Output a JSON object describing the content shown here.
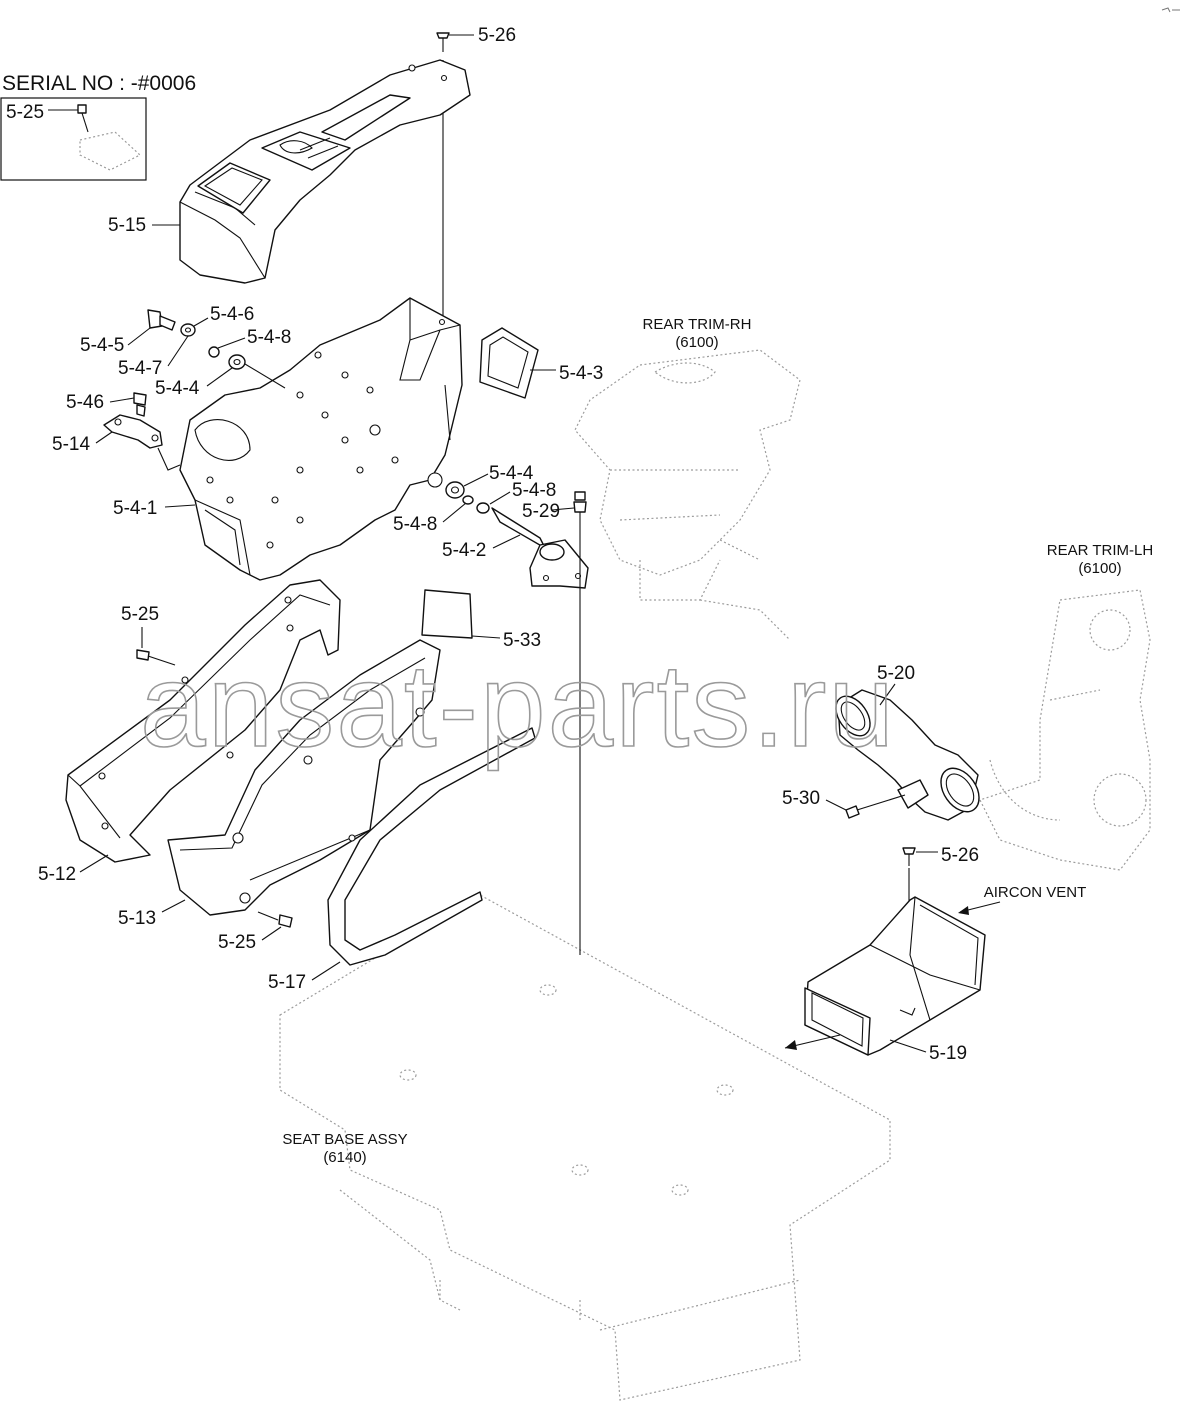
{
  "serial_box": {
    "title": "SERIAL NO : -#0006",
    "part_label": "5-25"
  },
  "part_labels": {
    "p5_26_top": "5-26",
    "p5_15": "5-15",
    "p5_4_6": "5-4-6",
    "p5_4_5": "5-4-5",
    "p5_4_8_a": "5-4-8",
    "p5_4_7": "5-4-7",
    "p5_4_4_a": "5-4-4",
    "p5_46": "5-46",
    "p5_14": "5-14",
    "p5_4_3": "5-4-3",
    "p5_4_1": "5-4-1",
    "p5_4_4_b": "5-4-4",
    "p5_4_8_b": "5-4-8",
    "p5_29": "5-29",
    "p5_4_8_c": "5-4-8",
    "p5_4_2": "5-4-2",
    "p5_25_a": "5-25",
    "p5_33": "5-33",
    "p5_20": "5-20",
    "p5_30": "5-30",
    "p5_12": "5-12",
    "p5_26_b": "5-26",
    "p5_13": "5-13",
    "p5_25_b": "5-25",
    "p5_17": "5-17",
    "p5_19": "5-19"
  },
  "references": {
    "rear_trim_rh": {
      "name": "REAR TRIM-RH",
      "code": "(6100)"
    },
    "rear_trim_lh": {
      "name": "REAR TRIM-LH",
      "code": "(6100)"
    },
    "seat_base": {
      "name": "SEAT BASE ASSY",
      "code": "(6140)"
    },
    "aircon_vent": "AIRCON VENT"
  },
  "watermark": "ansat-parts.ru"
}
